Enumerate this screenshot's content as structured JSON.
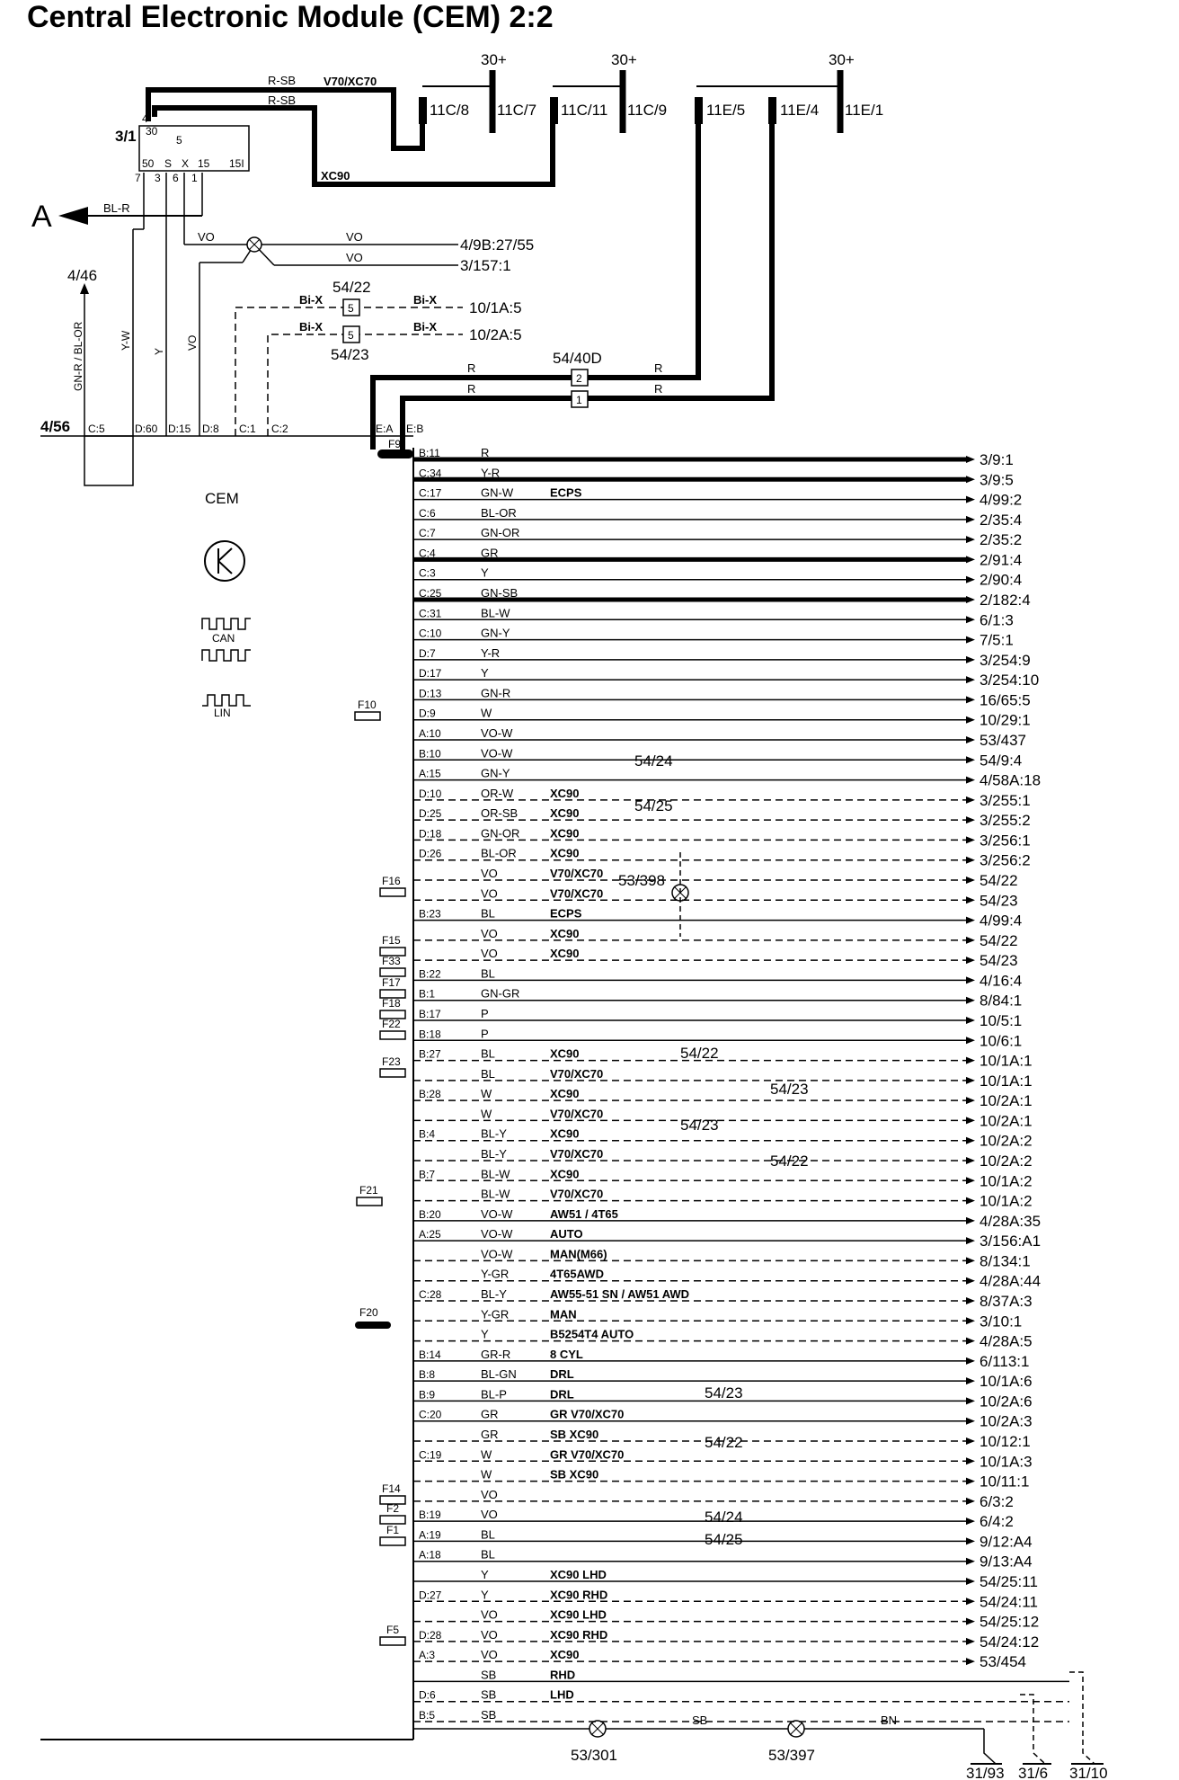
{
  "title": "Central Electronic Module (CEM) 2:2",
  "top": {
    "supplies": [
      "30+",
      "30+",
      "30+"
    ],
    "fuses": [
      "11C/8",
      "11C/7",
      "11C/11",
      "11C/9",
      "11E/5",
      "11E/4",
      "11E/1"
    ],
    "wire_rsb": "R-SB",
    "label_v70": "V70/XC70",
    "label_xc90": "XC90",
    "switch_ref": "3/1",
    "switch_pins": [
      "50",
      "S",
      "X",
      "15",
      "15I"
    ],
    "switch_bottom": [
      "7",
      "3",
      "6",
      "1"
    ],
    "pin30": "30",
    "pin4": "4",
    "pin5": "5",
    "arrow_a": "A",
    "bl_r": "BL-R",
    "vo": "VO",
    "dest_vo1": "4/9B:27/55",
    "dest_vo2": "3/157:1",
    "ref_4_46": "4/46",
    "vert_labels": [
      "GN-R / BL-OR",
      "Y-W",
      "Y",
      "VO"
    ],
    "bix": "Bi-X",
    "conn_5422": "54/22",
    "conn_5423": "54/23",
    "dest_bix1": "10/1A:5",
    "dest_bix2": "10/2A:5",
    "conn_5440d": "54/40D",
    "r": "R",
    "node_456": "4/56",
    "connectors": [
      "C:5",
      "D:60",
      "D:15",
      "D:8",
      "C:1",
      "C:2",
      "E:A",
      "E:B"
    ],
    "f9": "F9"
  },
  "cem_label": "CEM",
  "can_label": "CAN",
  "lin_label": "LIN",
  "rows": [
    {
      "pin": "B:11",
      "wire": "R",
      "note": "",
      "dest": "3/9:1"
    },
    {
      "pin": "C:34",
      "wire": "Y-R",
      "note": "",
      "dest": "3/9:5"
    },
    {
      "pin": "C:17",
      "wire": "GN-W",
      "note": "ECPS",
      "dest": "4/99:2"
    },
    {
      "pin": "C:6",
      "wire": "BL-OR",
      "note": "",
      "dest": "2/35:4"
    },
    {
      "pin": "C:7",
      "wire": "GN-OR",
      "note": "",
      "dest": "2/35:2"
    },
    {
      "pin": "C:4",
      "wire": "GR",
      "note": "",
      "dest": "2/91:4"
    },
    {
      "pin": "C:3",
      "wire": "Y",
      "note": "",
      "dest": "2/90:4"
    },
    {
      "pin": "C:25",
      "wire": "GN-SB",
      "note": "",
      "dest": "2/182:4"
    },
    {
      "pin": "C:31",
      "wire": "BL-W",
      "note": "",
      "dest": "6/1:3"
    },
    {
      "pin": "C:10",
      "wire": "GN-Y",
      "note": "",
      "dest": "7/5:1"
    },
    {
      "pin": "D:7",
      "wire": "Y-R",
      "note": "",
      "dest": "3/254:9"
    },
    {
      "pin": "D:17",
      "wire": "Y",
      "note": "",
      "dest": "3/254:10"
    },
    {
      "pin": "D:13",
      "wire": "GN-R",
      "note": "",
      "dest": "16/65:5"
    },
    {
      "pin": "D:9",
      "wire": "W",
      "note": "",
      "dest": "10/29:1"
    },
    {
      "pin": "A:10",
      "wire": "VO-W",
      "note": "",
      "dest": "53/437"
    },
    {
      "pin": "B:10",
      "wire": "VO-W",
      "note": "",
      "dest": "54/9:4"
    },
    {
      "pin": "A:15",
      "wire": "GN-Y",
      "note": "",
      "dest": "4/58A:18"
    },
    {
      "pin": "D:10",
      "wire": "OR-W",
      "note": "XC90",
      "dest": "3/255:1"
    },
    {
      "pin": "D:25",
      "wire": "OR-SB",
      "note": "XC90",
      "dest": "3/255:2"
    },
    {
      "pin": "D:18",
      "wire": "GN-OR",
      "note": "XC90",
      "dest": "3/256:1"
    },
    {
      "pin": "D:26",
      "wire": "BL-OR",
      "note": "XC90",
      "dest": "3/256:2"
    },
    {
      "pin": "",
      "wire": "VO",
      "note": "V70/XC70",
      "dest": "54/22"
    },
    {
      "pin": "",
      "wire": "VO",
      "note": "V70/XC70",
      "dest": "54/23"
    },
    {
      "pin": "B:23",
      "wire": "BL",
      "note": "ECPS",
      "dest": "4/99:4"
    },
    {
      "pin": "",
      "wire": "VO",
      "note": "XC90",
      "dest": "54/22"
    },
    {
      "pin": "",
      "wire": "VO",
      "note": "XC90",
      "dest": "54/23"
    },
    {
      "pin": "B:22",
      "wire": "BL",
      "note": "",
      "dest": "4/16:4"
    },
    {
      "pin": "B:1",
      "wire": "GN-GR",
      "note": "",
      "dest": "8/84:1"
    },
    {
      "pin": "B:17",
      "wire": "P",
      "note": "",
      "dest": "10/5:1"
    },
    {
      "pin": "B:18",
      "wire": "P",
      "note": "",
      "dest": "10/6:1"
    },
    {
      "pin": "B:27",
      "wire": "BL",
      "note": "XC90",
      "dest": "10/1A:1"
    },
    {
      "pin": "",
      "wire": "BL",
      "note": "V70/XC70",
      "dest": "10/1A:1"
    },
    {
      "pin": "B:28",
      "wire": "W",
      "note": "XC90",
      "dest": "10/2A:1"
    },
    {
      "pin": "",
      "wire": "W",
      "note": "V70/XC70",
      "dest": "10/2A:1"
    },
    {
      "pin": "B:4",
      "wire": "BL-Y",
      "note": "XC90",
      "dest": "10/2A:2"
    },
    {
      "pin": "",
      "wire": "BL-Y",
      "note": "V70/XC70",
      "dest": "10/2A:2"
    },
    {
      "pin": "B:7",
      "wire": "BL-W",
      "note": "XC90",
      "dest": "10/1A:2"
    },
    {
      "pin": "",
      "wire": "BL-W",
      "note": "V70/XC70",
      "dest": "10/1A:2"
    },
    {
      "pin": "B:20",
      "wire": "VO-W",
      "note": "AW51 / 4T65",
      "dest": "4/28A:35"
    },
    {
      "pin": "A:25",
      "wire": "VO-W",
      "note": "AUTO",
      "dest": "3/156:A1"
    },
    {
      "pin": "",
      "wire": "VO-W",
      "note": "MAN(M66)",
      "dest": "8/134:1"
    },
    {
      "pin": "",
      "wire": "Y-GR",
      "note": "4T65AWD",
      "dest": "4/28A:44"
    },
    {
      "pin": "C:28",
      "wire": "BL-Y",
      "note": "AW55-51 SN / AW51 AWD",
      "dest": "8/37A:3"
    },
    {
      "pin": "",
      "wire": "Y-GR",
      "note": "MAN",
      "dest": "3/10:1"
    },
    {
      "pin": "",
      "wire": "Y",
      "note": "B5254T4 AUTO",
      "dest": "4/28A:5"
    },
    {
      "pin": "B:14",
      "wire": "GR-R",
      "note": "8 CYL",
      "dest": "6/113:1"
    },
    {
      "pin": "B:8",
      "wire": "BL-GN",
      "note": "DRL",
      "dest": "10/1A:6"
    },
    {
      "pin": "B:9",
      "wire": "BL-P",
      "note": "DRL",
      "dest": "10/2A:6"
    },
    {
      "pin": "C:20",
      "wire": "GR",
      "note": "GR  V70/XC70",
      "dest": "10/2A:3"
    },
    {
      "pin": "",
      "wire": "GR",
      "note": "SB  XC90",
      "dest": "10/12:1"
    },
    {
      "pin": "C:19",
      "wire": "W",
      "note": "GR  V70/XC70",
      "dest": "10/1A:3"
    },
    {
      "pin": "",
      "wire": "W",
      "note": "SB  XC90",
      "dest": "10/11:1"
    },
    {
      "pin": "",
      "wire": "VO",
      "note": "",
      "dest": "6/3:2"
    },
    {
      "pin": "B:19",
      "wire": "VO",
      "note": "",
      "dest": "6/4:2"
    },
    {
      "pin": "A:19",
      "wire": "BL",
      "note": "",
      "dest": "9/12:A4"
    },
    {
      "pin": "A:18",
      "wire": "BL",
      "note": "",
      "dest": "9/13:A4"
    },
    {
      "pin": "",
      "wire": "Y",
      "note": "XC90   LHD",
      "dest": "54/25:11"
    },
    {
      "pin": "D:27",
      "wire": "Y",
      "note": "XC90   RHD",
      "dest": "54/24:11"
    },
    {
      "pin": "",
      "wire": "VO",
      "note": "XC90   LHD",
      "dest": "54/25:12"
    },
    {
      "pin": "D:28",
      "wire": "VO",
      "note": "XC90   RHD",
      "dest": "54/24:12"
    },
    {
      "pin": "A:3",
      "wire": "VO",
      "note": "XC90",
      "dest": "53/454"
    },
    {
      "pin": "",
      "wire": "SB",
      "note": "RHD",
      "dest": ""
    },
    {
      "pin": "D:6",
      "wire": "SB",
      "note": "LHD",
      "dest": ""
    },
    {
      "pin": "B:5",
      "wire": "SB",
      "note": "",
      "dest": ""
    }
  ],
  "fuse_labels": [
    "F10",
    "F16",
    "F15",
    "F33",
    "F17",
    "F18",
    "F22",
    "F23",
    "F21",
    "F20",
    "F14",
    "F2",
    "F1",
    "F5"
  ],
  "splices": [
    "53/398",
    "53/301",
    "53/397"
  ],
  "conn_labels": [
    "54/24",
    "54/25",
    "54/22",
    "54/23"
  ],
  "pin_numbers": [
    "1",
    "2",
    "3",
    "5",
    "6",
    "7"
  ],
  "bottom": {
    "sb": "SB",
    "bn": "BN",
    "grounds": [
      "31/93",
      "31/6",
      "31/10"
    ]
  }
}
